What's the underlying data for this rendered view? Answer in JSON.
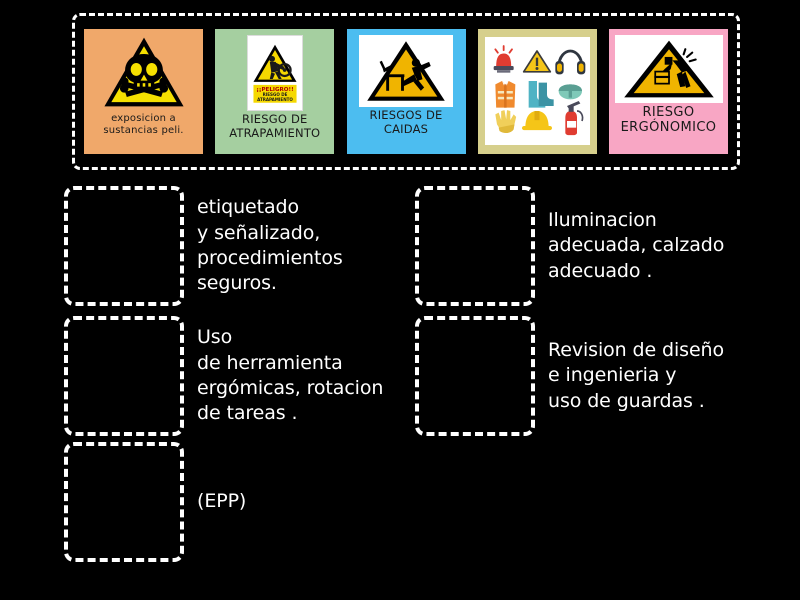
{
  "activity": {
    "type": "drag-and-drop-matching",
    "background_color": "#000000",
    "tray_border_color": "#ffffff"
  },
  "cards": [
    {
      "id": "card-sustancias-peligrosas",
      "label": "exposicion a\nsustancias peli.",
      "background": "#f0a86a",
      "icon": "skull-crossbones-hazard-triangle-icon"
    },
    {
      "id": "card-atrapamiento",
      "label": "RIESGO DE\nATRAPAMIENTO",
      "background": "#a5cfa0",
      "icon": "entanglement-hazard-sign-icon",
      "sign_text": {
        "line1": "¡¡PELIGRO!!",
        "line2": "RIESGO DE",
        "line3": "ATRAPAMIENTO"
      }
    },
    {
      "id": "card-caidas",
      "label": "RIESGOS\nDE CAIDAS",
      "background": "#4cbdf0",
      "icon": "slip-fall-hazard-triangle-icon"
    },
    {
      "id": "card-epp",
      "label": "",
      "background": "#d6cf8c",
      "icon": "ppe-equipment-grid-icon",
      "ppe_items": [
        "siren-light-icon",
        "warning-triangle-icon",
        "ear-defenders-icon",
        "safety-vest-icon",
        "rubber-boots-icon",
        "safety-goggles-icon",
        "work-gloves-icon",
        "hard-hat-icon",
        "fire-extinguisher-icon"
      ]
    },
    {
      "id": "card-ergonomico",
      "label": "RIESGO\nERGÓNOMICO",
      "background": "#f8a6c4",
      "icon": "manual-lifting-hazard-triangle-icon"
    }
  ],
  "drop_slots": [
    {
      "id": "slot-1",
      "answer": "etiquetado\ny señalizado,\nprocedimientos\nseguros."
    },
    {
      "id": "slot-2",
      "answer": "Iluminacion\nadecuada, calzado\nadecuado ."
    },
    {
      "id": "slot-3",
      "answer": "Uso\nde herramienta\nergómicas, rotacion\nde tareas ."
    },
    {
      "id": "slot-4",
      "answer": "Revision de diseño\ne ingenieria y\nuso de guardas ."
    },
    {
      "id": "slot-5",
      "answer": "(EPP)"
    }
  ]
}
